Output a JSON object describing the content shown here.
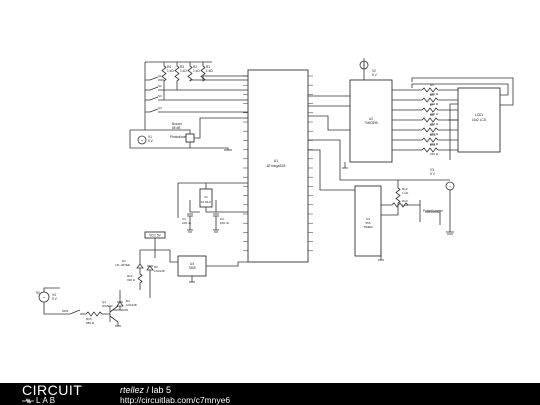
{
  "schematic": {
    "mcu": {
      "name": "U1",
      "part": "ATmega328"
    },
    "shift_register": {
      "name": "U2",
      "part": "74HC595"
    },
    "lcd": {
      "name": "LCD1",
      "part": "16x2 LCD"
    },
    "timer": {
      "name": "U3",
      "part": "555",
      "sub": "TIMER"
    },
    "regulator": {
      "name": "U4",
      "part": "7805"
    },
    "crystal": {
      "name": "X1",
      "value": "16 MHz"
    },
    "supply_label": "VCC 5V",
    "battery_label": "9V",
    "button_resistors": [
      {
        "name": "R4",
        "value": "1 kΩ"
      },
      {
        "name": "R3",
        "value": "1 kΩ"
      },
      {
        "name": "R2",
        "value": "1 kΩ"
      },
      {
        "name": "R1",
        "value": "1 kΩ"
      }
    ],
    "buttons": [
      "S1",
      "S2",
      "S3",
      "S4"
    ],
    "buzzer": {
      "name": "Buzzer",
      "value": "85 dB"
    },
    "photodiode": {
      "name": "Photodiode"
    },
    "sources": [
      {
        "name": "V1",
        "value": "5 V"
      },
      {
        "name": "V2",
        "value": "5 V"
      },
      {
        "name": "V3",
        "value": "5 V"
      },
      {
        "name": "V4",
        "value": "9 V"
      }
    ],
    "cap_c1": {
      "name": "C1",
      "value": "100 nF"
    },
    "cap_c2": {
      "name": "C2",
      "value": "100 nF"
    },
    "lcd_resistors": [
      {
        "name": "R5",
        "value": "220 Ω"
      },
      {
        "name": "R6",
        "value": "220 Ω"
      },
      {
        "name": "R7",
        "value": "220 Ω"
      },
      {
        "name": "R8",
        "value": "220 Ω"
      },
      {
        "name": "R9",
        "value": "220 Ω"
      },
      {
        "name": "R10",
        "value": "220 Ω"
      },
      {
        "name": "R11",
        "value": "220 Ω"
      }
    ],
    "pot": {
      "name": "Potentiometer"
    },
    "timer_r1": {
      "name": "R12",
      "value": "1 kΩ"
    },
    "timer_r2": {
      "name": "R13",
      "value": "1 kΩ"
    },
    "led": {
      "name": "D1",
      "value": "LTL-307EE"
    },
    "led_resistor": {
      "name": "R14",
      "value": "330 Ω"
    },
    "diode_1": {
      "name": "D2",
      "value": "1N4148"
    },
    "diode_2": {
      "name": "D3",
      "value": "1N4148"
    },
    "transistor": {
      "name": "Q1",
      "value": "2N3904"
    },
    "base_resistor": {
      "name": "R15",
      "value": "680 Ω"
    },
    "switch": {
      "name": "SW1"
    }
  },
  "footer": {
    "logo_top": "CIRCUIT",
    "logo_bottom": "LAB",
    "author": "rtellez",
    "separator": " / ",
    "project": "lab 5",
    "url": "http://circuitlab.com/c7mnye6"
  },
  "colors": {
    "wire": "#333333",
    "footer_bg": "#000000",
    "footer_text": "#ffffff"
  }
}
